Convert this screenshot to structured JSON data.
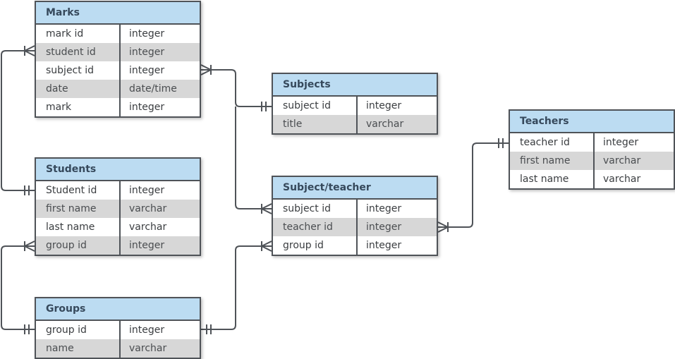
{
  "tables": [
    {
      "id": "marks",
      "title": "Marks",
      "rows": [
        [
          "mark id",
          "integer"
        ],
        [
          "student id",
          "integer"
        ],
        [
          "subject id",
          "integer"
        ],
        [
          "date",
          "date/time"
        ],
        [
          "mark",
          "integer"
        ]
      ]
    },
    {
      "id": "students",
      "title": "Students",
      "rows": [
        [
          "Student id",
          "integer"
        ],
        [
          "first name",
          "varchar"
        ],
        [
          "last name",
          "varchar"
        ],
        [
          "group id",
          "integer"
        ]
      ]
    },
    {
      "id": "groups",
      "title": "Groups",
      "rows": [
        [
          "group id",
          "integer"
        ],
        [
          "name",
          "varchar"
        ]
      ]
    },
    {
      "id": "subjects",
      "title": "Subjects",
      "rows": [
        [
          "subject id",
          "integer"
        ],
        [
          "title",
          "varchar"
        ]
      ]
    },
    {
      "id": "subject-teacher",
      "title": "Subject/teacher",
      "rows": [
        [
          "subject id",
          "integer"
        ],
        [
          "teacher id",
          "integer"
        ],
        [
          "group id",
          "integer"
        ]
      ]
    },
    {
      "id": "teachers",
      "title": "Teachers",
      "rows": [
        [
          "teacher id",
          "integer"
        ],
        [
          "first name",
          "varchar"
        ],
        [
          "last name",
          "varchar"
        ]
      ]
    }
  ],
  "relationships": [
    {
      "from": "students.Student id",
      "to": "marks.student id",
      "type": "one-to-many"
    },
    {
      "from": "subjects.subject id",
      "to": "marks.subject id",
      "type": "one-to-many"
    },
    {
      "from": "subjects.subject id",
      "to": "subject-teacher.subject id",
      "type": "one-to-many"
    },
    {
      "from": "teachers.teacher id",
      "to": "subject-teacher.teacher id",
      "type": "one-to-many"
    },
    {
      "from": "groups.group id",
      "to": "students.group id",
      "type": "one-to-many"
    },
    {
      "from": "groups.group id",
      "to": "subject-teacher.group id",
      "type": "one-to-many"
    }
  ],
  "colors": {
    "header": "#bcdcf2",
    "border": "#4f5358",
    "row_alt": "#d7d7d7",
    "line": "#4f5358"
  }
}
